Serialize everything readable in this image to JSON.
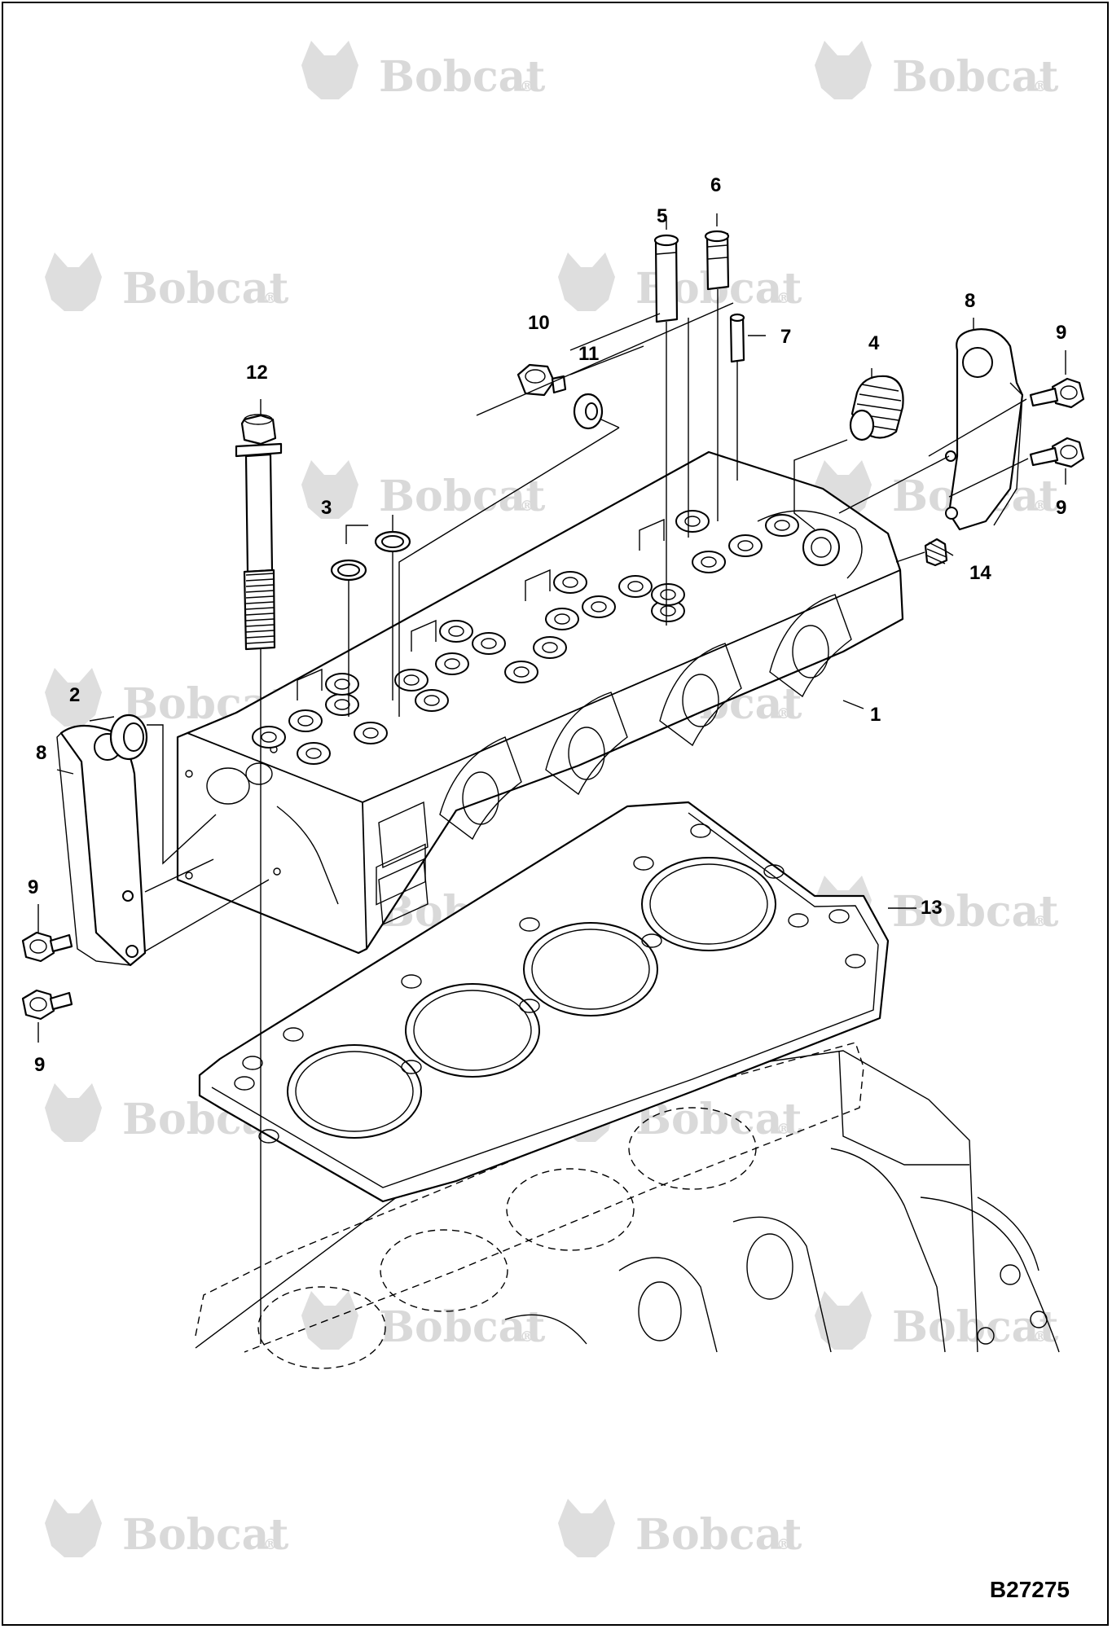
{
  "watermark": {
    "brand_text": "Bobcat",
    "mark": "®"
  },
  "drawing_code": "B27275",
  "callouts": [
    {
      "id": "1",
      "text": "1"
    },
    {
      "id": "2",
      "text": "2"
    },
    {
      "id": "3",
      "text": "3"
    },
    {
      "id": "4",
      "text": "4"
    },
    {
      "id": "5",
      "text": "5"
    },
    {
      "id": "6",
      "text": "6"
    },
    {
      "id": "7",
      "text": "7"
    },
    {
      "id": "8a",
      "text": "8"
    },
    {
      "id": "8b",
      "text": "8"
    },
    {
      "id": "9a",
      "text": "9"
    },
    {
      "id": "9b",
      "text": "9"
    },
    {
      "id": "9c",
      "text": "9"
    },
    {
      "id": "9d",
      "text": "9"
    },
    {
      "id": "10",
      "text": "10"
    },
    {
      "id": "11",
      "text": "11"
    },
    {
      "id": "12",
      "text": "12"
    },
    {
      "id": "13",
      "text": "13"
    },
    {
      "id": "14",
      "text": "14"
    }
  ],
  "colors": {
    "line": "#000000",
    "watermark": "#d9d9d9",
    "background": "#ffffff"
  }
}
